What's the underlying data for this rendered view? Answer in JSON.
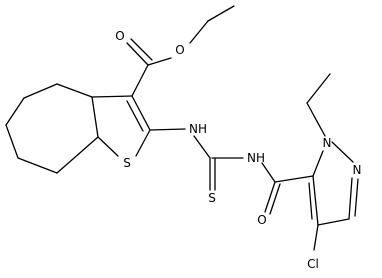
{
  "atoms": {
    "ester_o_carbonyl": "O",
    "ester_o_ether": "O",
    "thiophene_s": "S",
    "nh_left": "NH",
    "nh_right": "NH",
    "thio_s": "S",
    "amide_o": "O",
    "pyrazole_n1": "N",
    "pyrazole_n2": "N",
    "cl": "Cl"
  }
}
